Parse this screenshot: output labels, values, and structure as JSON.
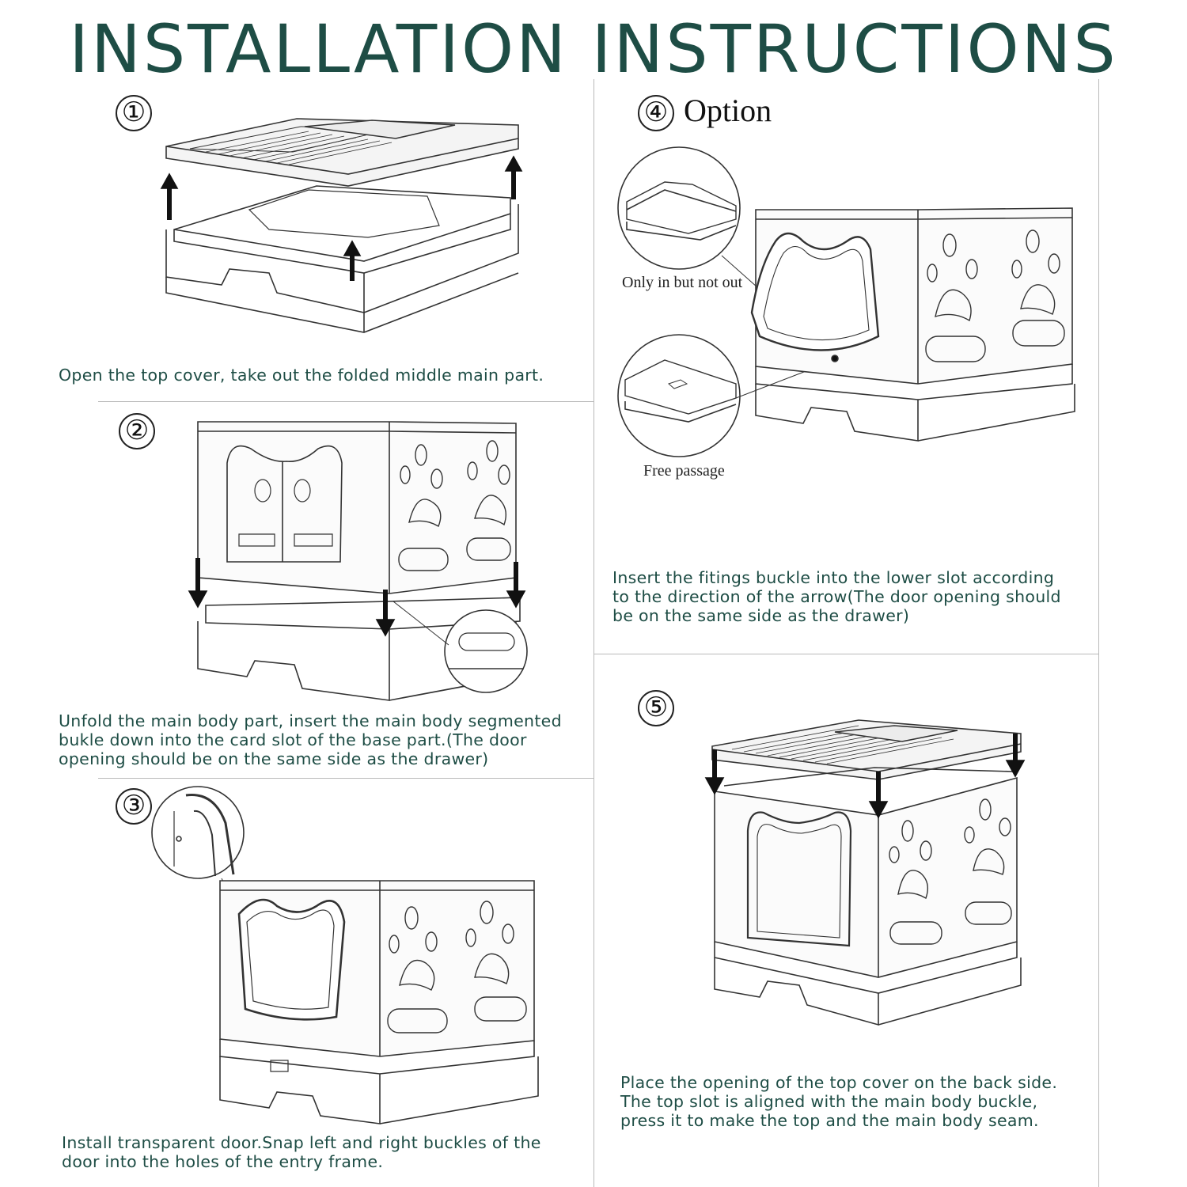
{
  "title": "INSTALLATION INSTRUCTIONS",
  "steps": [
    {
      "number": "①",
      "caption": "Open the top cover, take out the folded middle main part."
    },
    {
      "number": "②",
      "caption": "Unfold the main body part, insert the main body segmented\nbukle down into the card slot of the base part.(The door\nopening should be on the same side as the drawer)"
    },
    {
      "number": "③",
      "caption": "Install transparent door.Snap left and right buckles of the\ndoor into the holes of the entry frame."
    },
    {
      "number": "④",
      "option_label": "Option",
      "callout_top": "Only in but not out",
      "callout_bottom": "Free passage",
      "caption": "Insert the fitings buckle into the lower slot according\nto the direction of the arrow(The door opening should\nbe on the same side as the drawer)"
    },
    {
      "number": "⑤",
      "caption": "Place the opening of the top cover on the back side.\nThe top slot is aligned with the main body buckle,\npress it to make the top and the main body seam."
    }
  ],
  "colors": {
    "title": "#1e4d45",
    "caption": "#1e4d45",
    "line": "#333333",
    "rule": "#b9b9b9"
  }
}
